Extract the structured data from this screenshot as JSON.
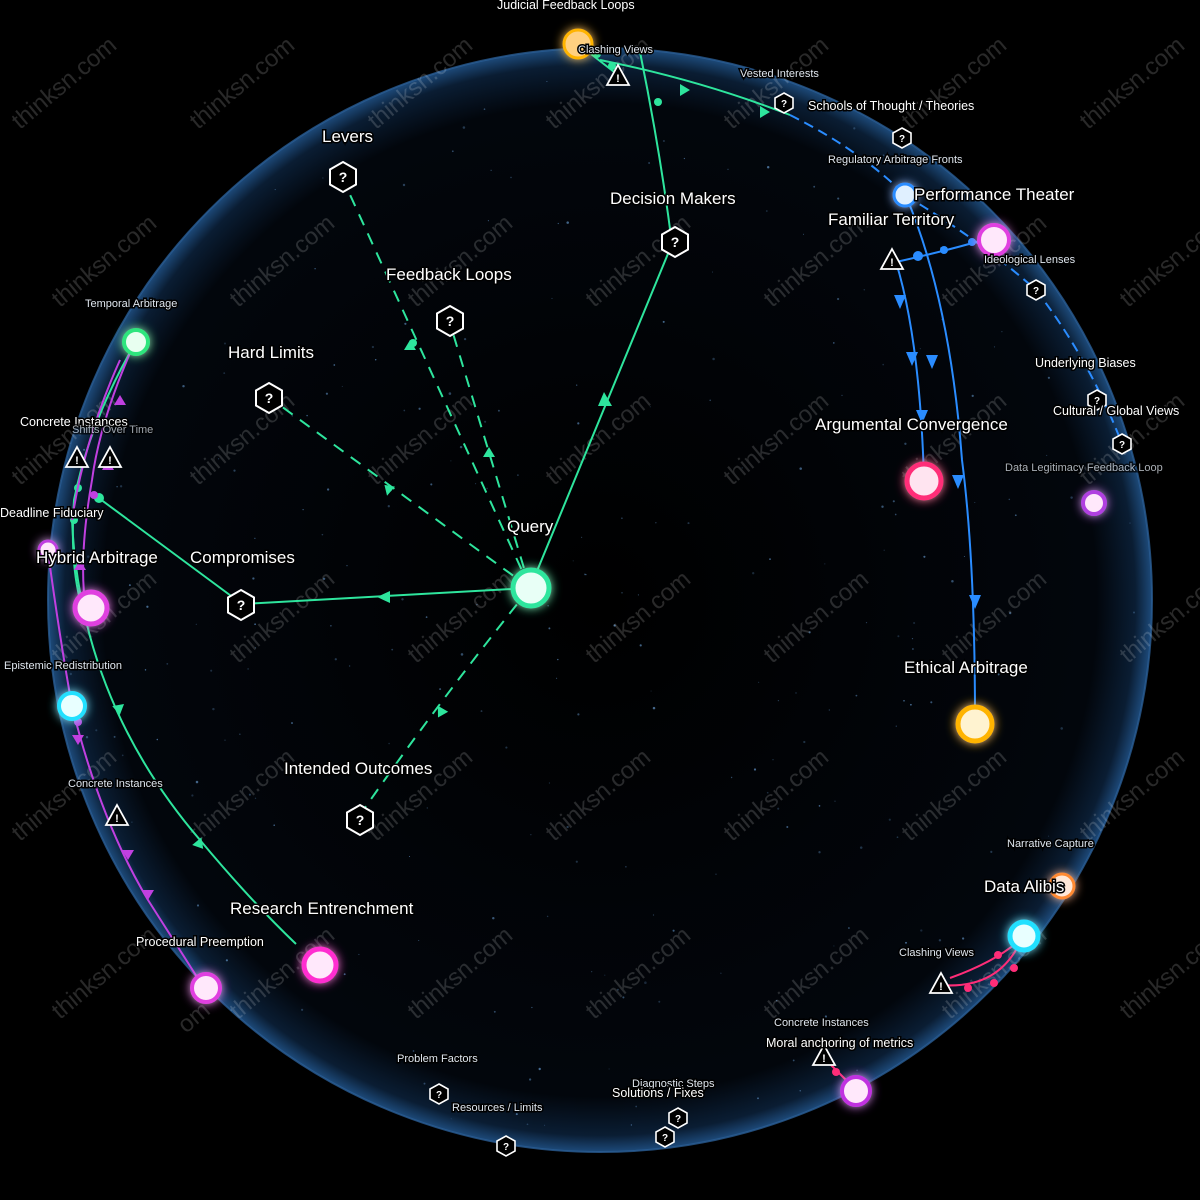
{
  "watermark": "thinksn.com",
  "colors": {
    "background": "#000000",
    "sphere_edge": "#1e4a7a",
    "green": "#2ee59d",
    "blue": "#2a8cff",
    "magenta": "#c040e0",
    "pink": "#ff2d78",
    "white": "#ffffff"
  },
  "center_node": {
    "label": "Query",
    "icon": "glowing-node"
  },
  "question_nodes": [
    {
      "id": "levers",
      "label": "Levers",
      "icon": "hex-question-icon"
    },
    {
      "id": "decision-makers",
      "label": "Decision Makers",
      "icon": "hex-question-icon"
    },
    {
      "id": "feedback-loops",
      "label": "Feedback Loops",
      "icon": "hex-question-icon"
    },
    {
      "id": "hard-limits",
      "label": "Hard Limits",
      "icon": "hex-question-icon"
    },
    {
      "id": "compromises",
      "label": "Compromises",
      "icon": "hex-question-icon"
    },
    {
      "id": "intended-outcomes",
      "label": "Intended Outcomes",
      "icon": "hex-question-icon"
    }
  ],
  "large_labels": {
    "argumental_convergence": "Argumental Convergence",
    "ethical_arbitrage": "Ethical Arbitrage",
    "research_entrenchment": "Research Entrenchment",
    "familiar_territory": "Familiar Territory",
    "performance_theater": "Performance Theater",
    "hybrid_arbitrage": "Hybrid Arbitrage",
    "data_alibis": "Data Alibis",
    "judicial_feedback_loops": "Judicial Feedback Loops"
  },
  "medium_labels": {
    "schools_of_thought": "Schools of Thought / Theories",
    "underlying_biases": "Underlying Biases",
    "cultural_global_views": "Cultural / Global Views",
    "ideological_lenses": "Ideological Lenses",
    "regulatory_arbitrage_fronts": "Regulatory Arbitrage Fronts",
    "vested_interests": "Vested Interests",
    "clashing_views_top": "Clashing Views",
    "temporal_arbitrage": "Temporal Arbitrage",
    "concrete_instances_left": "Concrete Instances",
    "shifts_over_time": "Shifts Over Time",
    "deadline_fiduciary": "Deadline Fiduciary",
    "epistemic_redistribution": "Epistemic Redistribution",
    "concrete_instances_lower": "Concrete Instances",
    "procedural_preemption": "Procedural Preemption",
    "narrative_capture": "Narrative Capture",
    "clashing_views_bottom": "Clashing Views",
    "concrete_instances_bottom": "Concrete Instances",
    "moral_anchoring": "Moral anchoring of metrics",
    "data_legitimacy": "Data Legitimacy Feedback Loop",
    "problem_factors": "Problem Factors",
    "resources_limits": "Resources / Limits",
    "diagnostic_steps": "Diagnostic Steps",
    "solutions_fixes": "Solutions / Fixes",
    "edge_fragment": "om"
  }
}
